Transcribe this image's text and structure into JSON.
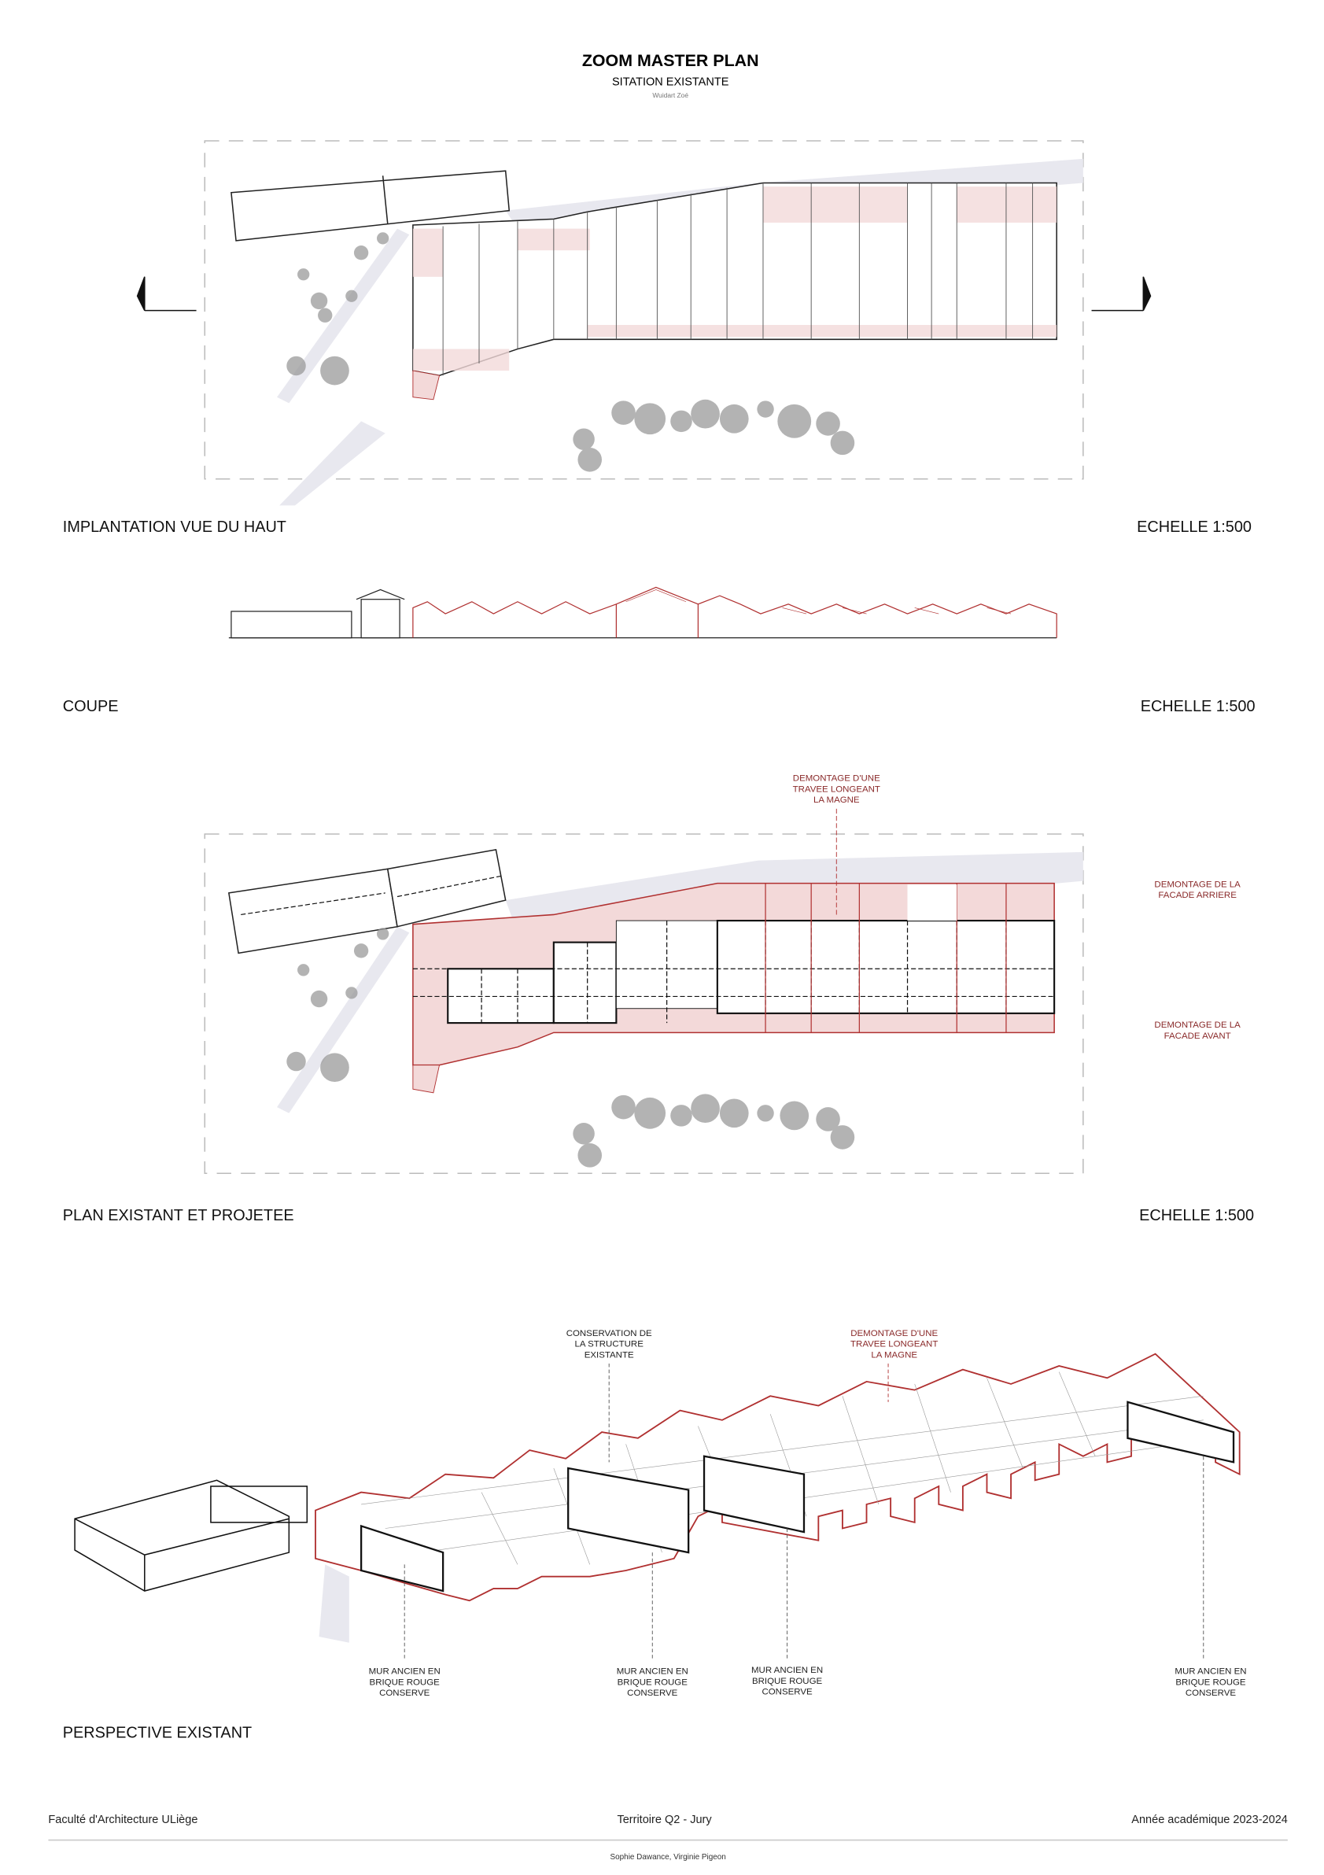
{
  "header": {
    "title": "ZOOM MASTER PLAN",
    "subtitle": "SITATION EXISTANTE",
    "author": "Wuidart Zoé"
  },
  "sections": {
    "implantation": {
      "label": "IMPLANTATION VUE DU HAUT",
      "scale": "ECHELLE 1:500"
    },
    "coupe": {
      "label": "COUPE",
      "scale": "ECHELLE 1:500"
    },
    "plan": {
      "label": "PLAN EXISTANT ET PROJETEE",
      "scale": "ECHELLE 1:500",
      "annotations": {
        "travee": [
          "DEMONTAGE D'UNE",
          "TRAVEE LONGEANT",
          "LA MAGNE"
        ],
        "arriere": [
          "DEMONTAGE DE LA",
          "FACADE ARRIERE"
        ],
        "avant": [
          "DEMONTAGE DE LA",
          "FACADE AVANT"
        ]
      }
    },
    "perspective": {
      "label": "PERSPECTIVE EXISTANT",
      "annotations": {
        "conservation": [
          "CONSERVATION DE",
          "LA STRUCTURE",
          "EXISTANTE"
        ],
        "travee": [
          "DEMONTAGE D'UNE",
          "TRAVEE LONGEANT",
          "LA MAGNE"
        ],
        "mur": [
          "MUR ANCIEN EN",
          "BRIQUE ROUGE",
          "CONSERVE"
        ]
      }
    }
  },
  "footer": {
    "left": "Faculté d'Architecture ULiège",
    "center": "Territoire Q2 - Jury",
    "right": "Année académique 2023-2024",
    "authors": "Sophie Dawance, Virginie Pigeon"
  },
  "colors": {
    "accent_red": "#b03030",
    "red_fill": "#f3d9d9",
    "road": "#e6e6ee",
    "tree": "#9a9a9a"
  }
}
